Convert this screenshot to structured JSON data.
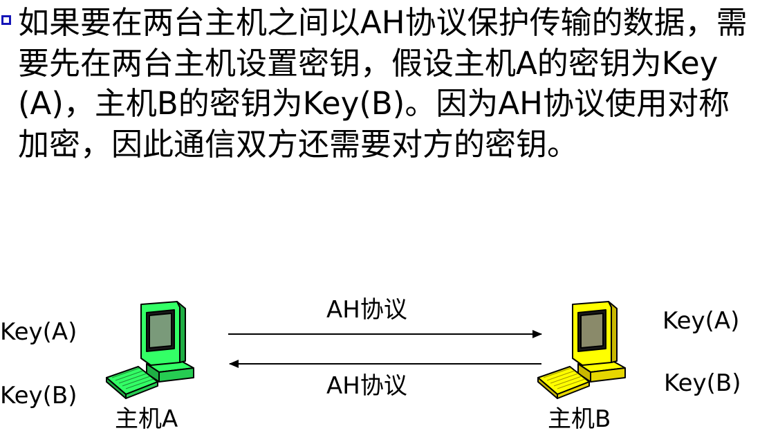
{
  "paragraph": {
    "text": "如果要在两台主机之间以AH协议保护传输的数据，需要先在两台主机设置密钥，假设主机A的密钥为Key(A)，主机B的密钥为Key(B)。因为AH协议使用对称加密，因此通信双方还需要对方的密钥。"
  },
  "diagram": {
    "host_a": {
      "label": "主机A",
      "keys": [
        "Key(A)",
        "Key(B)"
      ],
      "color": "#33ff66"
    },
    "host_b": {
      "label": "主机B",
      "keys": [
        "Key(A)",
        "Key(B)"
      ],
      "color": "#ffff00"
    },
    "arrow_top_label": "AH协议",
    "arrow_bottom_label": "AH协议"
  },
  "colors": {
    "bullet": "#1515b8",
    "text": "#000000"
  }
}
